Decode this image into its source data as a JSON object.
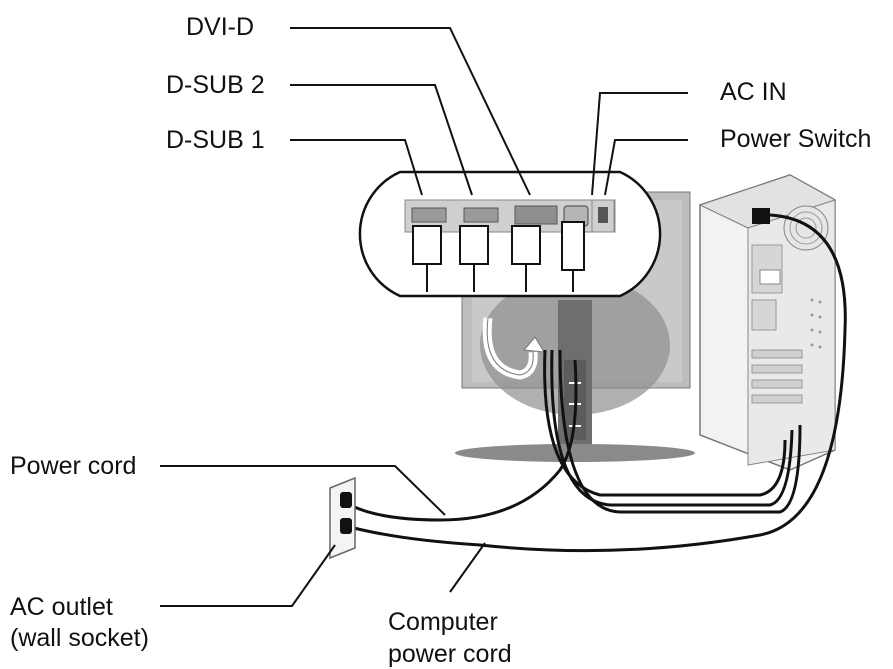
{
  "labels": {
    "dvi_d": "DVI-D",
    "dsub2": "D-SUB 2",
    "dsub1": "D-SUB 1",
    "ac_in": "AC IN",
    "power_switch": "Power Switch",
    "power_cord": "Power cord",
    "ac_outlet_line1": "AC outlet",
    "ac_outlet_line2": "(wall socket)",
    "computer_cord_line1": "Computer",
    "computer_cord_line2": "power cord"
  },
  "colors": {
    "line": "#111111",
    "panel_gray": "#cfcfcf",
    "dark_gray": "#6f6f6f",
    "mid_gray": "#a9a9a9",
    "tower": "#f2f2f2"
  }
}
